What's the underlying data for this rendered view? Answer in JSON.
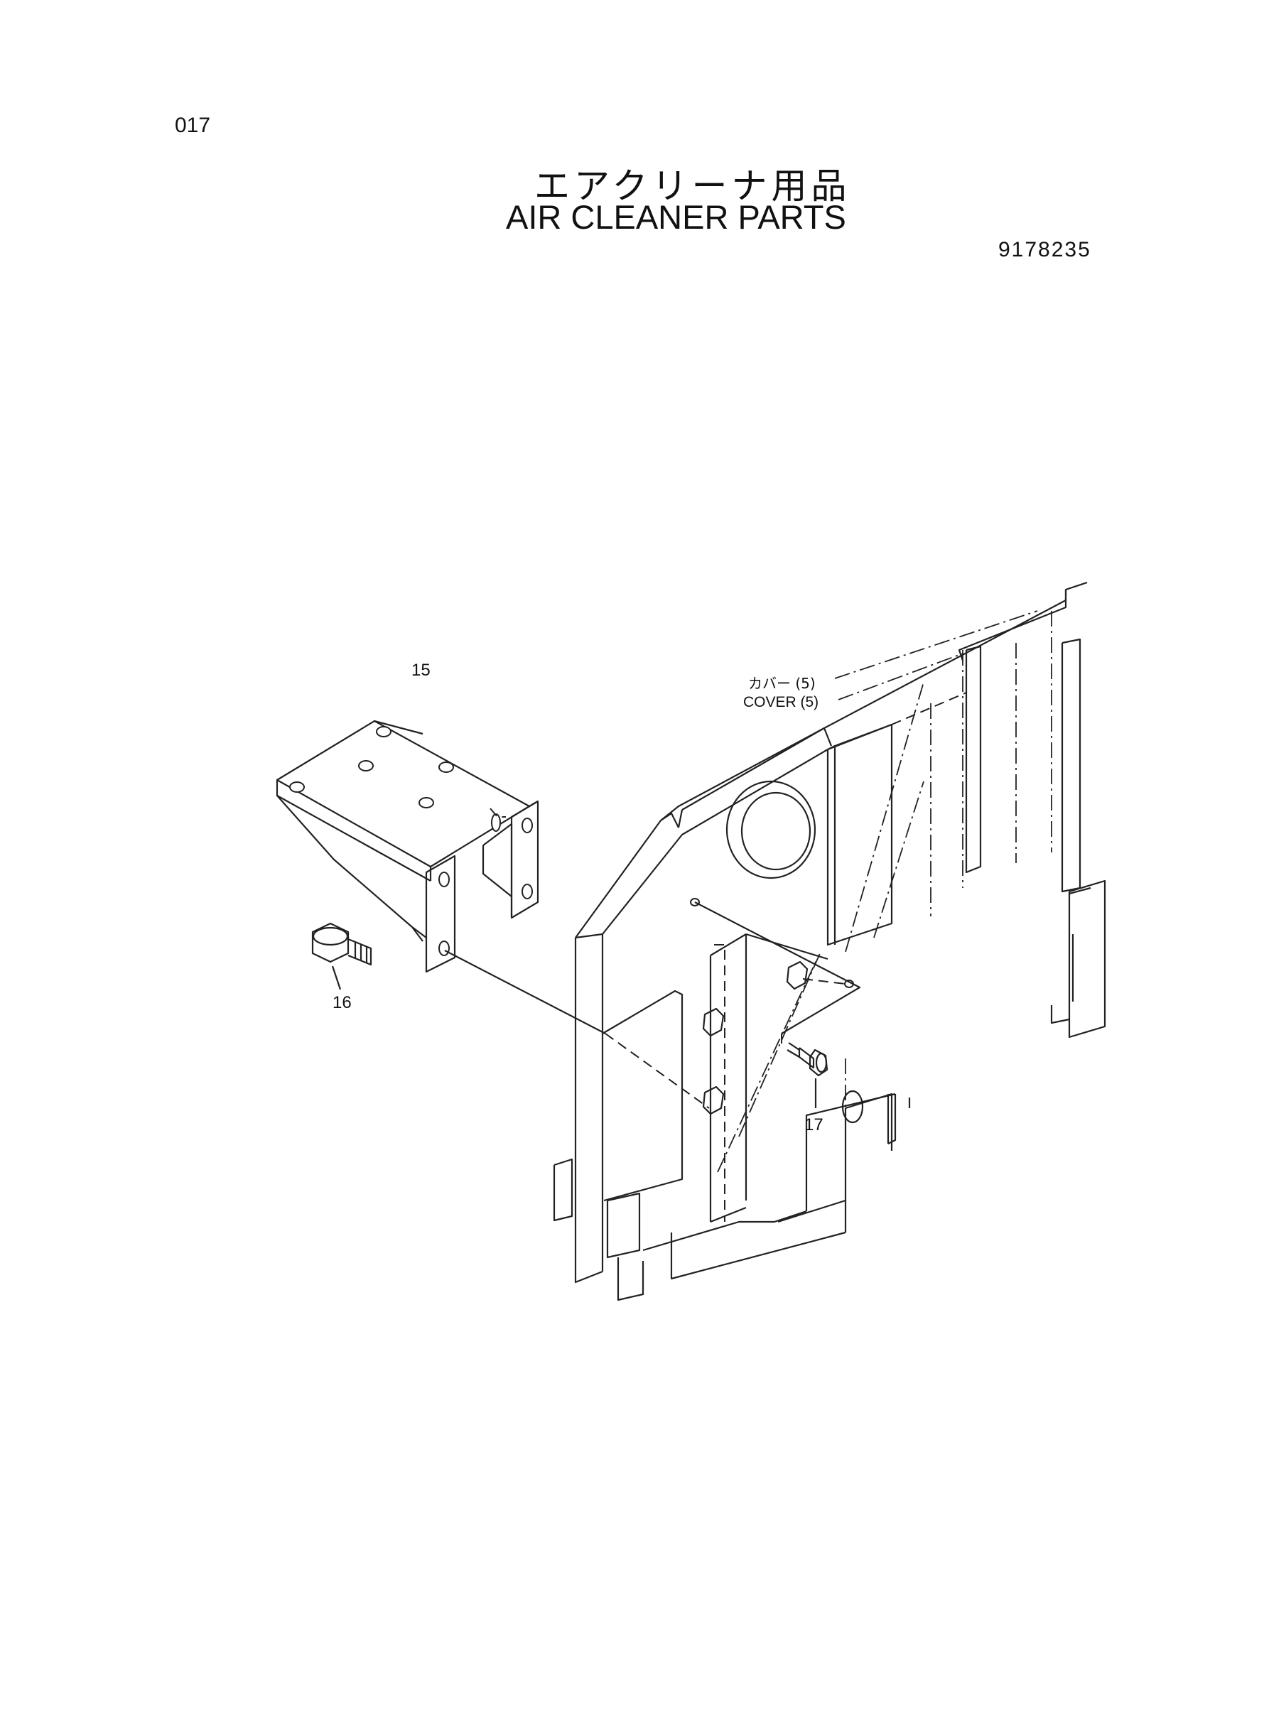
{
  "page": {
    "page_number": "017",
    "title_jp": "エアクリーナ用品",
    "title_en": "AIR CLEANER PARTS",
    "drawing_number": "9178235"
  },
  "callouts": {
    "part_15": "15",
    "part_16": "16",
    "part_17": "17",
    "cover_jp": "カバー (5)",
    "cover_en": "COVER (5)"
  }
}
